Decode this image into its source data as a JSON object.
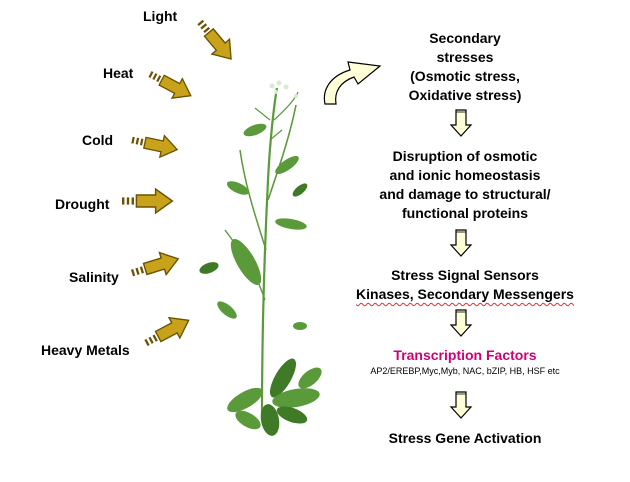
{
  "stressors": [
    "Light",
    "Heat",
    "Cold",
    "Drought",
    "Salinity",
    "Heavy Metals"
  ],
  "secondary": {
    "line1": "Secondary",
    "line2": "stresses",
    "line3": "(Osmotic stress,",
    "line4": "Oxidative stress)"
  },
  "disruption": {
    "line1": "Disruption of osmotic",
    "line2": "and ionic homeostasis",
    "line3": "and damage to structural/",
    "line4": "functional proteins"
  },
  "sensors": {
    "line1": "Stress Signal Sensors",
    "line2": "Kinases, Secondary Messengers"
  },
  "transcription": {
    "title": "Transcription Factors",
    "list": "AP2/EREBP,Myc,Myb, NAC, bZIP, HB, HSF etc"
  },
  "activation": "Stress Gene Activation",
  "colors": {
    "arrow_fill": "#c8a21a",
    "arrow_stroke": "#6b5200",
    "down_arrow_fill": "#ffffd8",
    "transcription_title": "#cc0077",
    "leaf": "#5a9a3a",
    "leaf_dark": "#3f7a26"
  }
}
